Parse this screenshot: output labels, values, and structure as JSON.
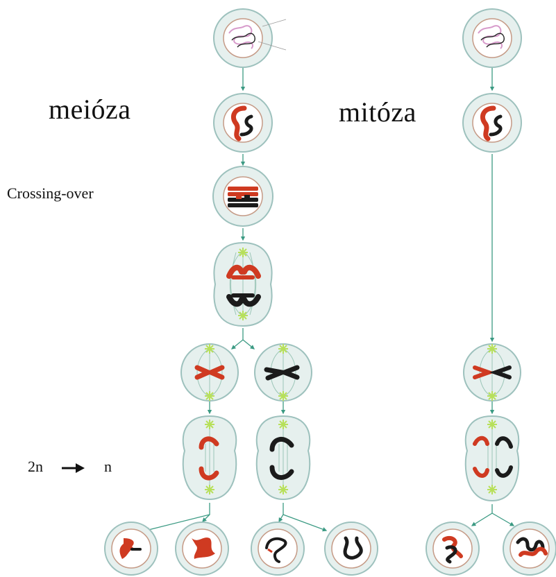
{
  "labels": {
    "meiosis": "meióza",
    "mitosis": "mitóza",
    "crossing_over": "Crossing-over",
    "ploidy_from": "2n",
    "ploidy_to": "n"
  },
  "colors": {
    "cell_outer": "#e6f0ee",
    "cell_stroke": "#9dc1bd",
    "nucleus_line": "#c59a86",
    "chromosome_red": "#cf3a21",
    "chromosome_black": "#1b1b1b",
    "chromatin_pink": "#d79acb",
    "centrosome": "#b7e05a",
    "arrow": "#3b9a83",
    "spindle": "#9cc6b8"
  },
  "icons": {
    "ploidy_arrow": "right-arrow-icon"
  }
}
